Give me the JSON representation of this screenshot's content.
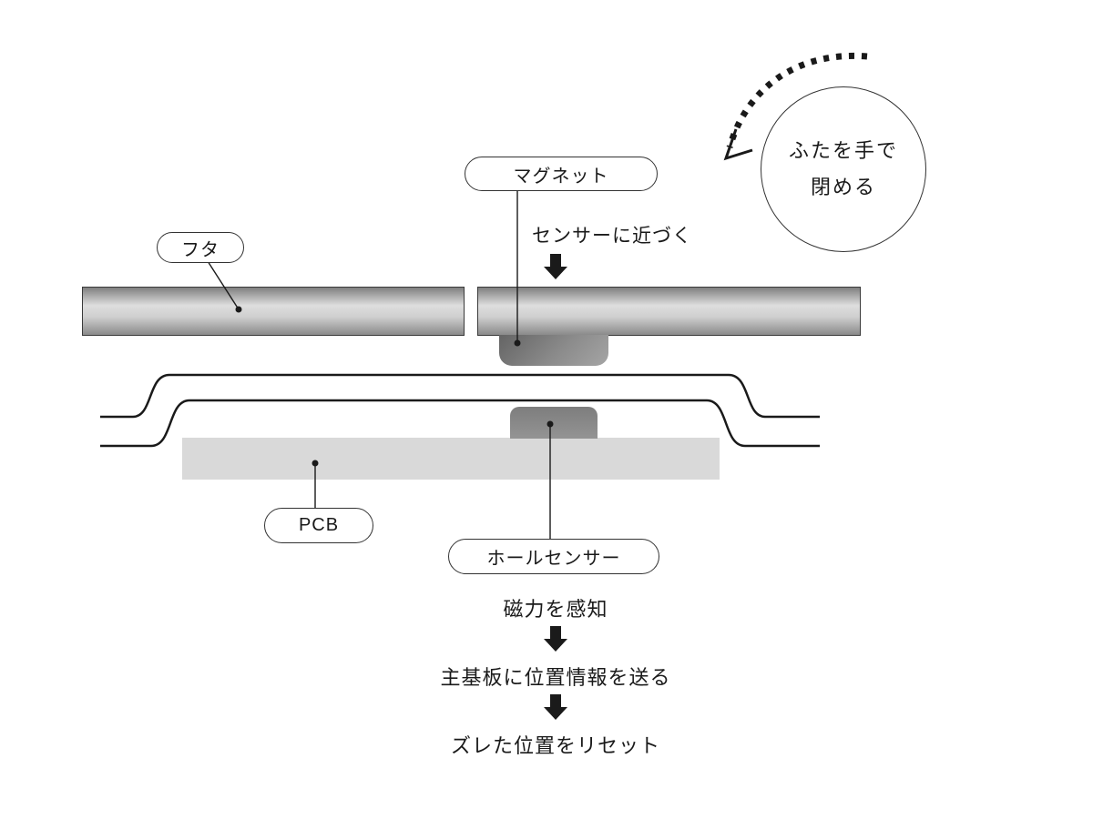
{
  "diagram": {
    "labels": {
      "magnet": "マグネット",
      "lid": "フタ",
      "pcb": "PCB",
      "hall_sensor": "ホールセンサー"
    },
    "texts": {
      "approach_sensor": "センサーに近づく",
      "close_lid_line1": "ふたを手で",
      "close_lid_line2": "閉める",
      "detect_magnetism": "磁力を感知",
      "send_position": "主基板に位置情報を送る",
      "reset_position": "ズレた位置をリセット"
    },
    "colors": {
      "line": "#1a1a1a",
      "lid_light": "#dedede",
      "lid_dark": "#8a8a8a",
      "magnet": "#7a7a7a",
      "hall_sensor": "#8f8f8f",
      "pcb": "#d9d9d9",
      "background": "#ffffff"
    }
  }
}
